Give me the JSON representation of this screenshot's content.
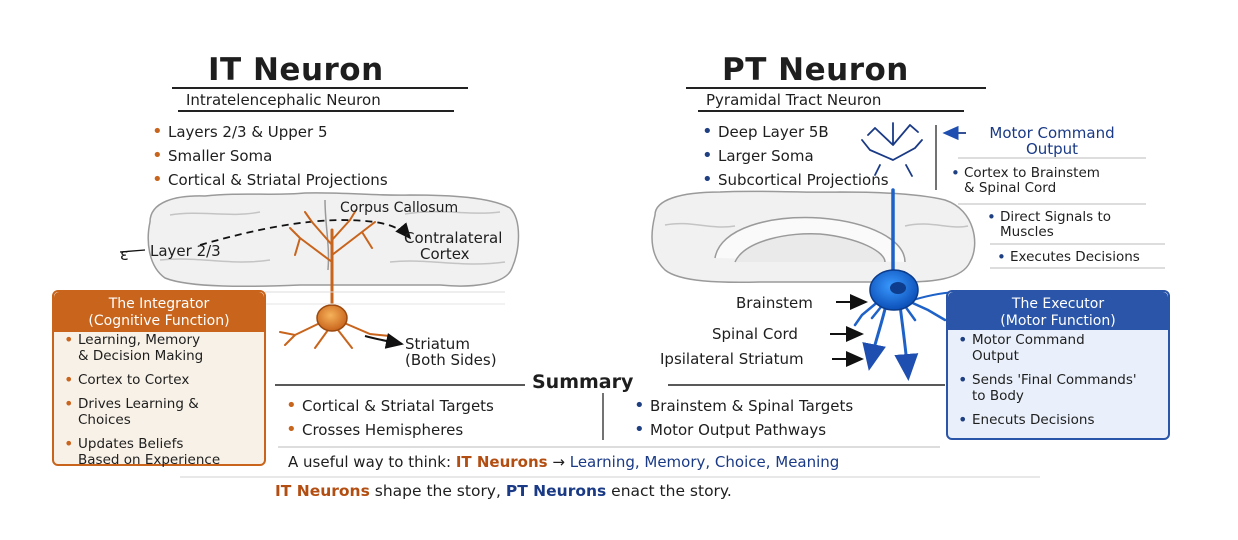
{
  "it": {
    "title": "IT Neuron",
    "subtitle": "Intratelencephalic Neuron",
    "bullets": [
      "Layers 2/3 & Upper 5",
      "Smaller Soma",
      "Cortical & Striatal Projections"
    ],
    "labels": {
      "corpus_callosum": "Corpus Callosum",
      "layer23": "Layer 2/3",
      "contralateral_1": "Contralateral",
      "contralateral_2": "Cortex",
      "striatum_1": "Striatum",
      "striatum_2": "(Both Sides)"
    },
    "box": {
      "title_1": "The Integrator",
      "title_2": "(Cognitive Function)",
      "items": [
        [
          "Learning, Memory",
          "& Decision Making"
        ],
        [
          "Cortex to Cortex"
        ],
        [
          "Drives Learning &",
          "Choices"
        ],
        [
          "Updates Beliefs",
          "Based on Experience"
        ]
      ]
    },
    "color": "#c8641c"
  },
  "pt": {
    "title": "PT Neuron",
    "subtitle": "Pyramidal Tract Neuron",
    "bullets": [
      "Deep Layer 5B",
      "Larger Soma",
      "Subcortical Projections"
    ],
    "motor_output_1": "Motor Command",
    "motor_output_2": "Output",
    "right_items": [
      [
        "Cortex to Brainstem",
        "& Spinal Cord"
      ],
      [
        "Direct Signals to",
        "Muscles"
      ],
      [
        "Executes Decisions"
      ]
    ],
    "labels": {
      "brainstem": "Brainstem",
      "spinal_cord": "Spinal Cord",
      "ipsilateral": "Ipsilateral Striatum"
    },
    "box": {
      "title_1": "The Executor",
      "title_2": "(Motor Function)",
      "items": [
        [
          "Motor Command",
          "Output"
        ],
        [
          "Sends 'Final Commands'",
          "to Body"
        ],
        [
          "Enecuts Decisions"
        ]
      ]
    },
    "color": "#1e62c8"
  },
  "summary": {
    "title": "Summary",
    "left": [
      "Cortical & Striatal Targets",
      "Crosses Hemispheres"
    ],
    "right": [
      "Brainstem & Spinal Targets",
      "Motor Output Pathways"
    ],
    "useful_prefix": "A useful way to think:",
    "useful_it": "IT Neurons",
    "useful_arrow": "→",
    "useful_suffix": "Learning, Memory, Choice, Meaning",
    "final_it": "IT Neurons",
    "final_mid": " shape the story, ",
    "final_pt": "PT Neurons",
    "final_end": " enact the story."
  }
}
